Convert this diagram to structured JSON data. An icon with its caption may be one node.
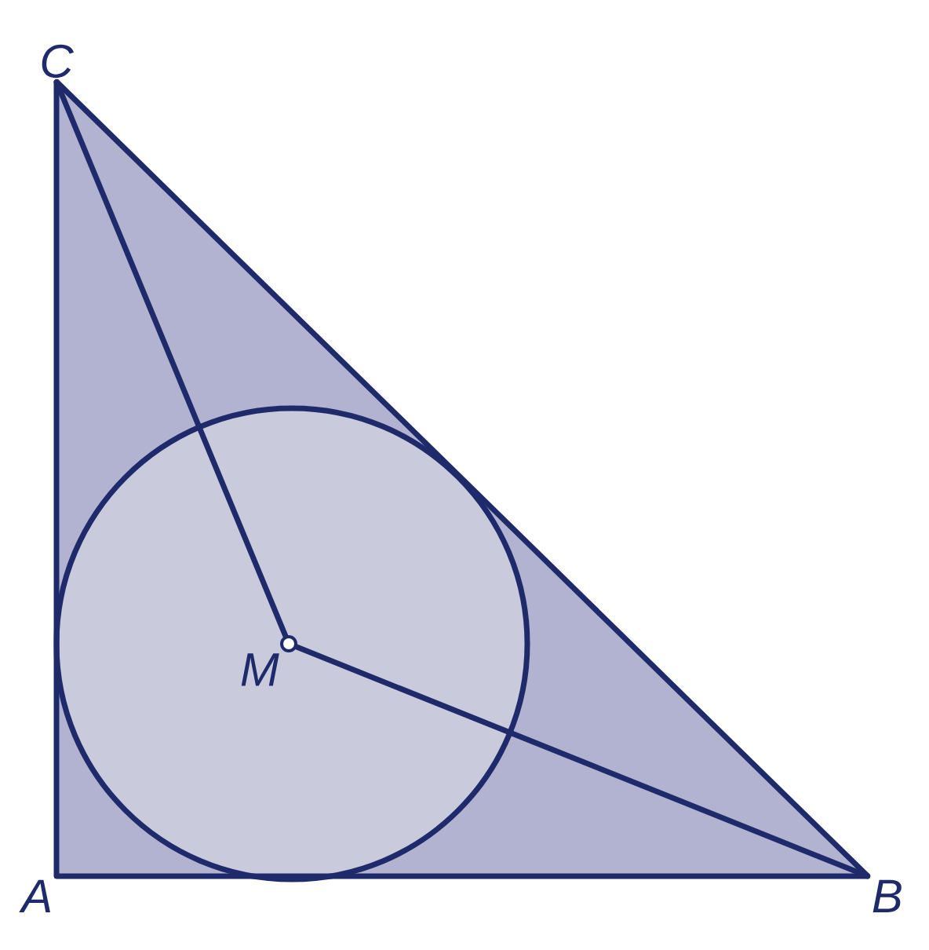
{
  "diagram": {
    "nodes": [
      {
        "text": [
          "A"
        ]
      },
      {
        "text": [
          "B"
        ]
      },
      {
        "text": [
          "C"
        ]
      },
      {
        "text": [
          "M"
        ]
      }
    ],
    "edges": [
      {
        "from": 0,
        "to": 1,
        "arrow": "none"
      },
      {
        "from": 0,
        "to": 2,
        "arrow": "none"
      },
      {
        "from": 2,
        "to": 1,
        "arrow": "none"
      },
      {
        "from": 2,
        "to": 3,
        "arrow": "none"
      },
      {
        "from": 3,
        "to": 1,
        "arrow": "none"
      }
    ]
  }
}
